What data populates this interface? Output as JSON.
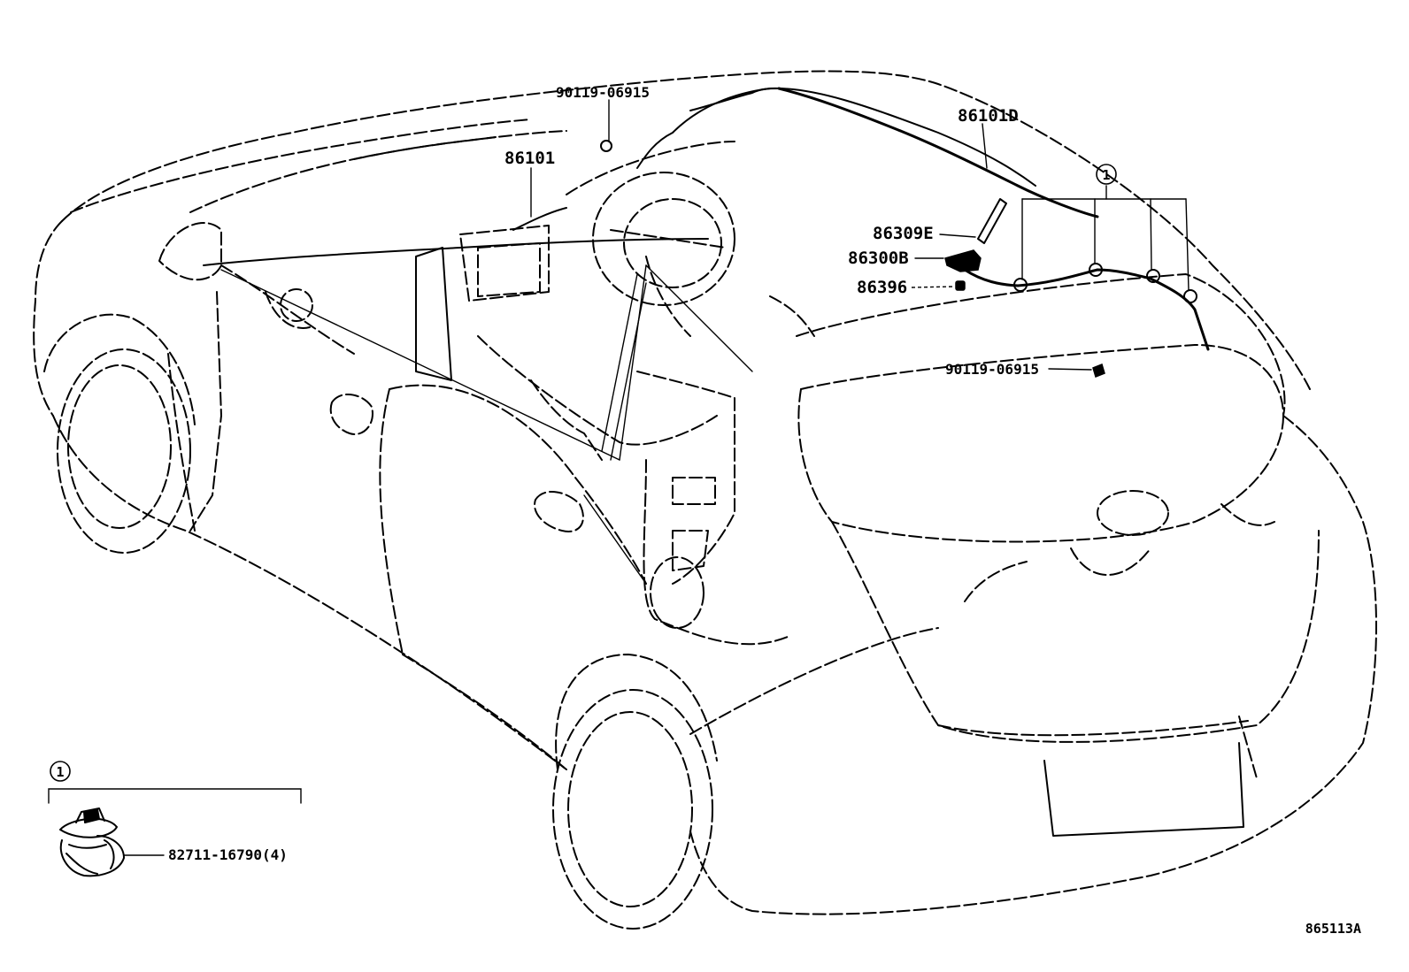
{
  "diagram": {
    "callouts": {
      "bolt_front": "90119-06915",
      "wire_main": "86101",
      "wire_roof": "86101D",
      "antenna_mast": "86309E",
      "antenna_base": "86300B",
      "antenna_pad": "86396",
      "bolt_rear": "90119-06915",
      "clamp": "82711-16790(4)"
    },
    "ref_marker": "1",
    "inset_marker": "1",
    "figure_code": "865113A"
  }
}
